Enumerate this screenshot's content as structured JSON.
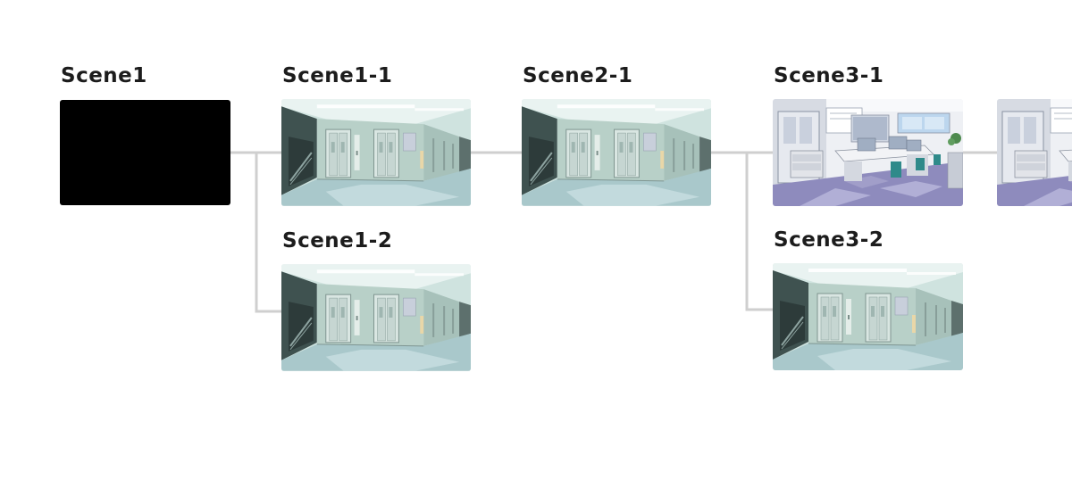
{
  "scenes": [
    {
      "label": "Scene1",
      "thumbnail": "black-screen"
    },
    {
      "label": "Scene1-1",
      "thumbnail": "hallway-elevators-image"
    },
    {
      "label": "Scene1-2",
      "thumbnail": "hallway-elevators-image"
    },
    {
      "label": "Scene2-1",
      "thumbnail": "hallway-elevators-image"
    },
    {
      "label": "Scene3-1",
      "thumbnail": "office-room-image"
    },
    {
      "label": "Scene3-2",
      "thumbnail": "hallway-elevators-image"
    }
  ],
  "colors": {
    "connector": "#cfcfcf",
    "label": "#1c1c1c",
    "background": "#ffffff"
  }
}
